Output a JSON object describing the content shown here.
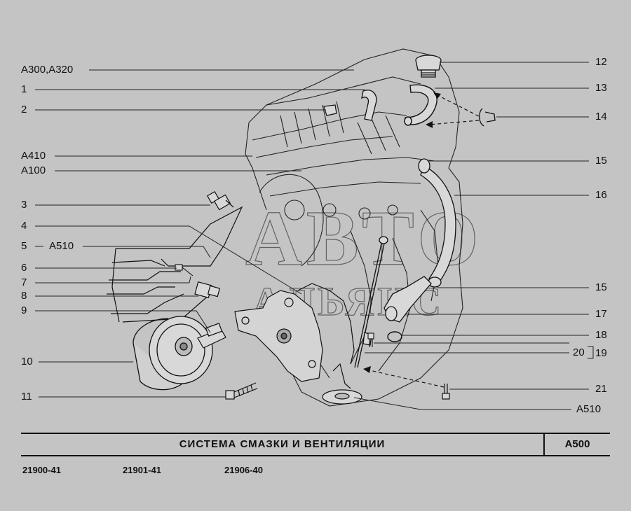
{
  "callouts": {
    "a300_a320": "A300,A320",
    "n1": "1",
    "n2": "2",
    "a410": "A410",
    "a100": "A100",
    "n3": "3",
    "n4": "4",
    "n5": "5",
    "a510_left": "A510",
    "n6": "6",
    "n7": "7",
    "n8": "8",
    "n9": "9",
    "n10": "10",
    "n11": "11",
    "n12": "12",
    "n13": "13",
    "n14": "14",
    "n15a": "15",
    "n16": "16",
    "n15b": "15",
    "n17": "17",
    "n18": "18",
    "n20": "20",
    "n19": "19",
    "n21": "21",
    "a510_right": "A510"
  },
  "title": {
    "text": "СИСТЕМА   СМАЗКИ   И   ВЕНТИЛЯЦИИ",
    "code": "A500"
  },
  "models": [
    "21900-41",
    "21901-41",
    "21906-40"
  ],
  "watermark": {
    "line1": "АВТО",
    "line2": "АЛЬЯНС"
  },
  "colors": {
    "background": "#c4c4c4",
    "ink": "#111111"
  }
}
